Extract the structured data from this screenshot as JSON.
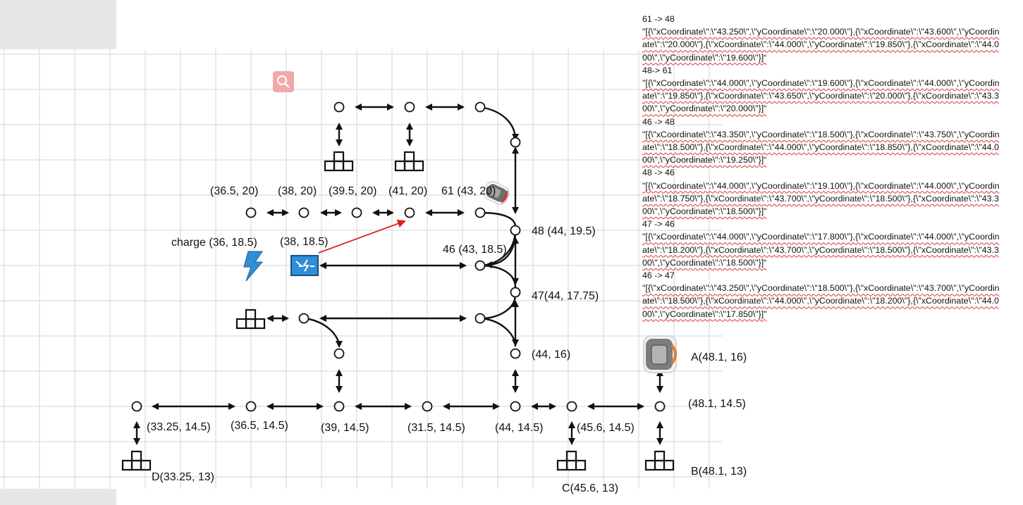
{
  "colors": {
    "grid_line": "#e2e2e2",
    "edge": "#111111",
    "highlight_arrow": "#e02020",
    "charger_fill": "#2f8fd6",
    "charger_bolt": "#2f8fd6",
    "search_badge": "#f2a9a9",
    "robot_body": "#8a8a8a",
    "robot_accent": "#e07a3a",
    "panel_bg": "#e7e7e7"
  },
  "icons": {
    "search": "search-icon",
    "robot": "robot-icon",
    "charger_bolt": "lightning-bolt-icon",
    "charging_station": "charging-station-icon",
    "shelf": "shelf-rack-icon"
  },
  "labels": {
    "n_36_5_20": "(36.5, 20)",
    "n_38_20": "(38, 20)",
    "n_39_5_20": "(39.5, 20)",
    "n_41_20": "(41, 20)",
    "n_61": "61 (43, 20)",
    "n_48": "48 (44, 19.5)",
    "charge": "charge (36, 18.5)",
    "n_38_18_5": "(38, 18.5)",
    "n_46": "46 (43, 18.5)",
    "n_47": "47(44, 17.75)",
    "n_44_16": "(44, 16)",
    "A": "A(48.1, 16)",
    "n_48_1_14_5": "(48.1, 14.5)",
    "n_33_25_14_5": "(33.25, 14.5)",
    "n_36_5_14_5": "(36.5, 14.5)",
    "n_39_14_5": "(39, 14.5)",
    "n_31_5_14_5": "(31.5, 14.5)",
    "n_44_14_5": "(44, 14.5)",
    "n_45_6_14_5": "(45.6, 14.5)",
    "D": "D(33.25, 13)",
    "C": "C(45.6, 13)",
    "B": "B(48.1, 13)"
  },
  "notes": [
    {
      "title": "61 -> 48",
      "json": "\"[{\\\"xCoordinate\\\":\\\"43.250\\\",\\\"yCoordinate\\\":\\\"20.000\\\"},{\\\"xCoordinate\\\":\\\"43.600\\\",\\\"yCoordinate\\\":\\\"20.000\\\"},{\\\"xCoordinate\\\":\\\"44.000\\\",\\\"yCoordinate\\\":\\\"19.850\\\"},{\\\"xCoordinate\\\":\\\"44.000\\\",\\\"yCoordinate\\\":\\\"19.600\\\"}]“"
    },
    {
      "title": "48-> 61",
      "json": "\"[{\\\"xCoordinate\\\":\\\"44.000\\\",\\\"yCoordinate\\\":\\\"19.600\\\"},{\\\"xCoordinate\\\":\\\"44.000\\\",\\\"yCoordinate\\\":\\\"19.850\\\"},{\\\"xCoordinate\\\":\\\"43.650\\\",\\\"yCoordinate\\\":\\\"20.000\\\"},{\\\"xCoordinate\\\":\\\"43.300\\\",\\\"yCoordinate\\\":\\\"20.000\\\"}]“"
    },
    {
      "title": "46 -> 48",
      "json": "\"[{\\\"xCoordinate\\\":\\\"43.350\\\",\\\"yCoordinate\\\":\\\"18.500\\\"},{\\\"xCoordinate\\\":\\\"43.750\\\",\\\"yCoordinate\\\":\\\"18.500\\\"},{\\\"xCoordinate\\\":\\\"44.000\\\",\\\"yCoordinate\\\":\\\"18.850\\\"},{\\\"xCoordinate\\\":\\\"44.000\\\",\\\"yCoordinate\\\":\\\"19.250\\\"}]“"
    },
    {
      "title": "48 -> 46",
      "json": "\"[{\\\"xCoordinate\\\":\\\"44.000\\\",\\\"yCoordinate\\\":\\\"19.100\\\"},{\\\"xCoordinate\\\":\\\"44.000\\\",\\\"yCoordinate\\\":\\\"18.750\\\"},{\\\"xCoordinate\\\":\\\"43.700\\\",\\\"yCoordinate\\\":\\\"18.500\\\"},{\\\"xCoordinate\\\":\\\"43.300\\\",\\\"yCoordinate\\\":\\\"18.500\\\"}]\""
    },
    {
      "title": "47 -> 46",
      "json": "\"[{\\\"xCoordinate\\\":\\\"44.000\\\",\\\"yCoordinate\\\":\\\"17.800\\\"},{\\\"xCoordinate\\\":\\\"44.000\\\",\\\"yCoordinate\\\":\\\"18.200\\\"},{\\\"xCoordinate\\\":\\\"43.700\\\",\\\"yCoordinate\\\":\\\"18.500\\\"},{\\\"xCoordinate\\\":\\\"43.300\\\",\\\"yCoordinate\\\":\\\"18.500\\\"}]“"
    },
    {
      "title": "46 -> 47",
      "json": "\"[{\\\"xCoordinate\\\":\\\"43.250\\\",\\\"yCoordinate\\\":\\\"18.500\\\"},{\\\"xCoordinate\\\":\\\"43.700\\\",\\\"yCoordinate\\\":\\\"18.500\\\"},{\\\"xCoordinate\\\":\\\"44.000\\\",\\\"yCoordinate\\\":\\\"18.200\\\"},{\\\"xCoordinate\\\":\\\"44.000\\\",\\\"yCoordinate\\\":\\\"17.850\\\"}]\""
    }
  ]
}
